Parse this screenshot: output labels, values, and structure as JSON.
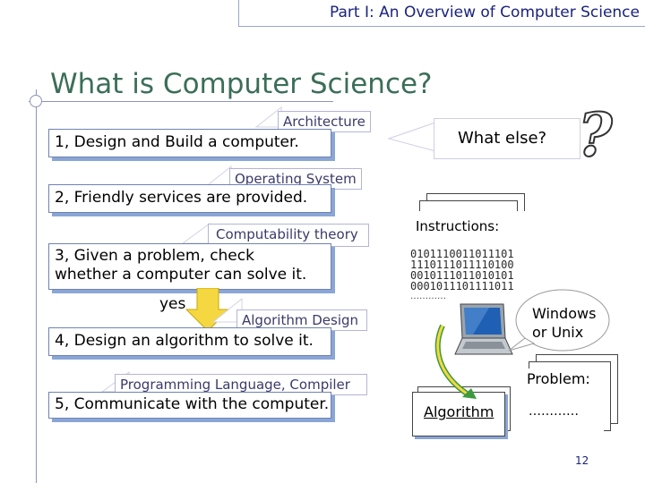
{
  "header": {
    "text": "Part I: An Overview of Computer Science"
  },
  "title": "What is Computer Science?",
  "items": [
    {
      "text": "1, Design and Build a computer.",
      "tag": "Architecture"
    },
    {
      "text": "2, Friendly services are provided.",
      "tag": "Operating System"
    },
    {
      "text_line1": "3, Given a problem, check",
      "text_line2": "whether a computer can solve it.",
      "tag": "Computability theory"
    },
    {
      "text": "4, Design an algorithm to solve it.",
      "tag": "Algorithm Design"
    },
    {
      "text": "5, Communicate with the computer.",
      "tag": "Programming Language, Compiler"
    }
  ],
  "yes_label": "yes",
  "what_else": "What else?",
  "question_mark": "?",
  "instructions": {
    "label": "Instructions:",
    "binary": [
      "0101110011011101",
      "1110111011110100",
      "0010111011010101",
      "0001011101111011"
    ],
    "ellipsis": "…………"
  },
  "windows_label_line1": "Windows",
  "windows_label_line2": "or Unix",
  "problem": {
    "label": "Problem:",
    "ellipsis": "…………"
  },
  "algorithm_label": "Algorithm",
  "page_number": "12",
  "colors": {
    "title": "#3c6e58",
    "header": "#1a237e",
    "box_shadow": "#8aa6d6",
    "arrow": "#f5d742"
  },
  "icons": [
    "laptop-icon",
    "question-mark-icon",
    "down-arrow-icon",
    "curved-arrow-icon"
  ]
}
